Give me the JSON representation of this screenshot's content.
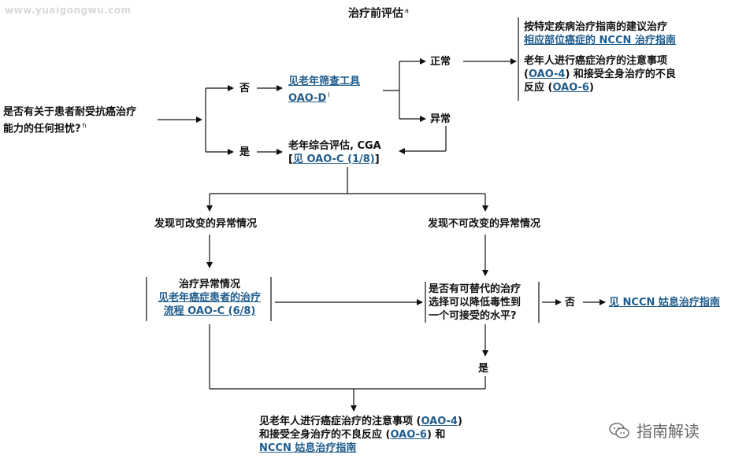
{
  "watermark": "www.yuaigongwu.com",
  "title": "治疗前评估",
  "title_sup": "a",
  "start": {
    "line1": "是否有关于患者耐受抗癌治疗",
    "line2": "能力的任何担忧?",
    "sup": "h"
  },
  "no_label": "否",
  "yes_label": "是",
  "screen": {
    "line1": "见老年筛查工具",
    "line2": "OAO-D",
    "sup": "i"
  },
  "normal_label": "正常",
  "abnormal_label": "异常",
  "rec": {
    "line1": "按特定疾病治疗指南的建议治疗",
    "line2": "相应部位癌症的 NCCN 治疗指南",
    "line3": "老年人进行癌症治疗的注意事项",
    "line4_pre": "(",
    "line4_link": "OAO-4",
    "line4_post": ") 和接受全身治疗的不良",
    "line5_pre": "反应 (",
    "line5_link": "OAO-6",
    "line5_post": ")"
  },
  "cga": {
    "line1": "老年综合评估, CGA",
    "line2_pre": "[",
    "line2_link": "见 OAO-C (1/8)",
    "line2_post": "]"
  },
  "modifiable": "发现可改变的异常情况",
  "nonmodifiable": "发现不可改变的异常情况",
  "treat": {
    "line1": "治疗异常情况",
    "line2": "见老年癌症患者的治疗",
    "line3": "流程 OAO-C (6/8)"
  },
  "alt": {
    "line1": "是否有可替代的治疗",
    "line2": "选择可以降低毒性到",
    "line3": "一个可接受的水平?"
  },
  "alt_no": "否",
  "alt_yes": "是",
  "palliative": "见 NCCN 姑息治疗指南",
  "final": {
    "line1_pre": "见老年人进行癌症治疗的注意事项 (",
    "line1_link": "OAO-4",
    "line1_post": ")",
    "line2_pre": "和接受全身治疗的不良反应 (",
    "line2_link": "OAO-6",
    "line2_post": ") 和",
    "line3": "NCCN 姑息治疗指南"
  },
  "brand": "指南解读"
}
